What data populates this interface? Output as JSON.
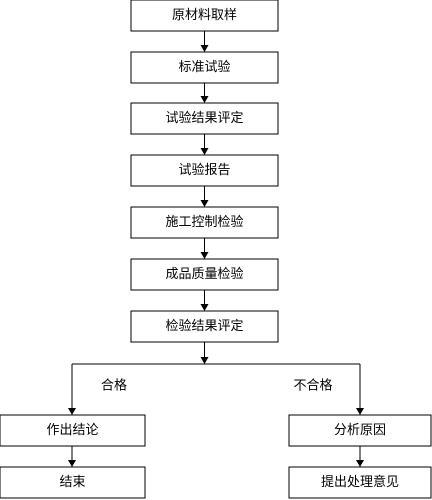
{
  "nodes": {
    "sampling": "原材料取样",
    "standard_test": "标准试验",
    "test_evaluation": "试验结果评定",
    "test_report": "试验报告",
    "construction_inspection": "施工控制检验",
    "product_inspection": "成品质量检验",
    "inspection_evaluation": "检验结果评定",
    "conclusion": "作出结论",
    "end": "结束",
    "analyze_cause": "分析原因",
    "propose_handling": "提出处理意见"
  },
  "branches": {
    "qualified": "合格",
    "unqualified": "不合格"
  }
}
